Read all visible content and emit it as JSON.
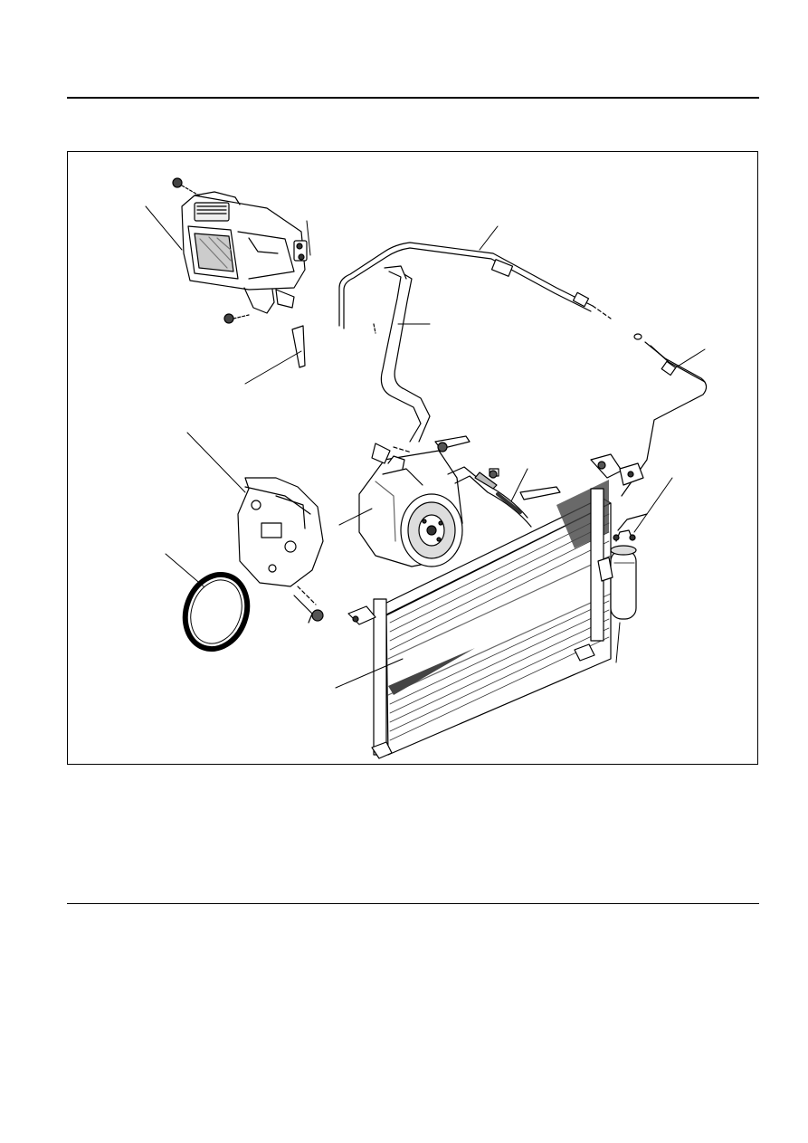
{
  "document": {
    "header_text": "",
    "footer_text": ""
  },
  "figure": {
    "caption": "",
    "line_color": "#000000",
    "callouts": [],
    "components": [
      "evaporator-unit",
      "suction-hose",
      "liquid-line",
      "high-pressure-pipe",
      "compressor",
      "compressor-bracket",
      "drive-belt",
      "discharge-hose",
      "condenser",
      "receiver-drier",
      "bolts-and-nuts"
    ]
  }
}
